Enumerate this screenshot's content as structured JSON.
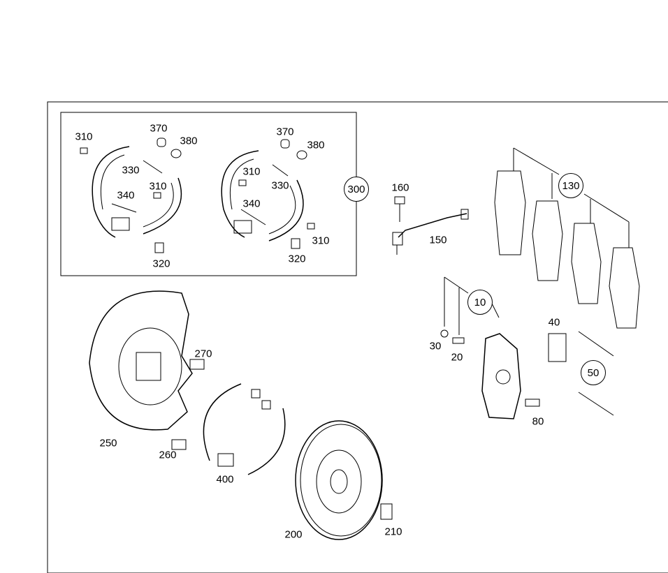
{
  "diagram": {
    "labels": [
      "310",
      "370",
      "380",
      "330",
      "310",
      "340",
      "320",
      "370",
      "380",
      "310",
      "330",
      "340",
      "310",
      "320",
      "160",
      "150",
      "30",
      "20",
      "40",
      "270",
      "80",
      "250",
      "260",
      "400",
      "200",
      "210"
    ],
    "callouts": [
      "300",
      "130",
      "10",
      "50"
    ],
    "line_color": "#000000",
    "background": "#ffffff"
  }
}
